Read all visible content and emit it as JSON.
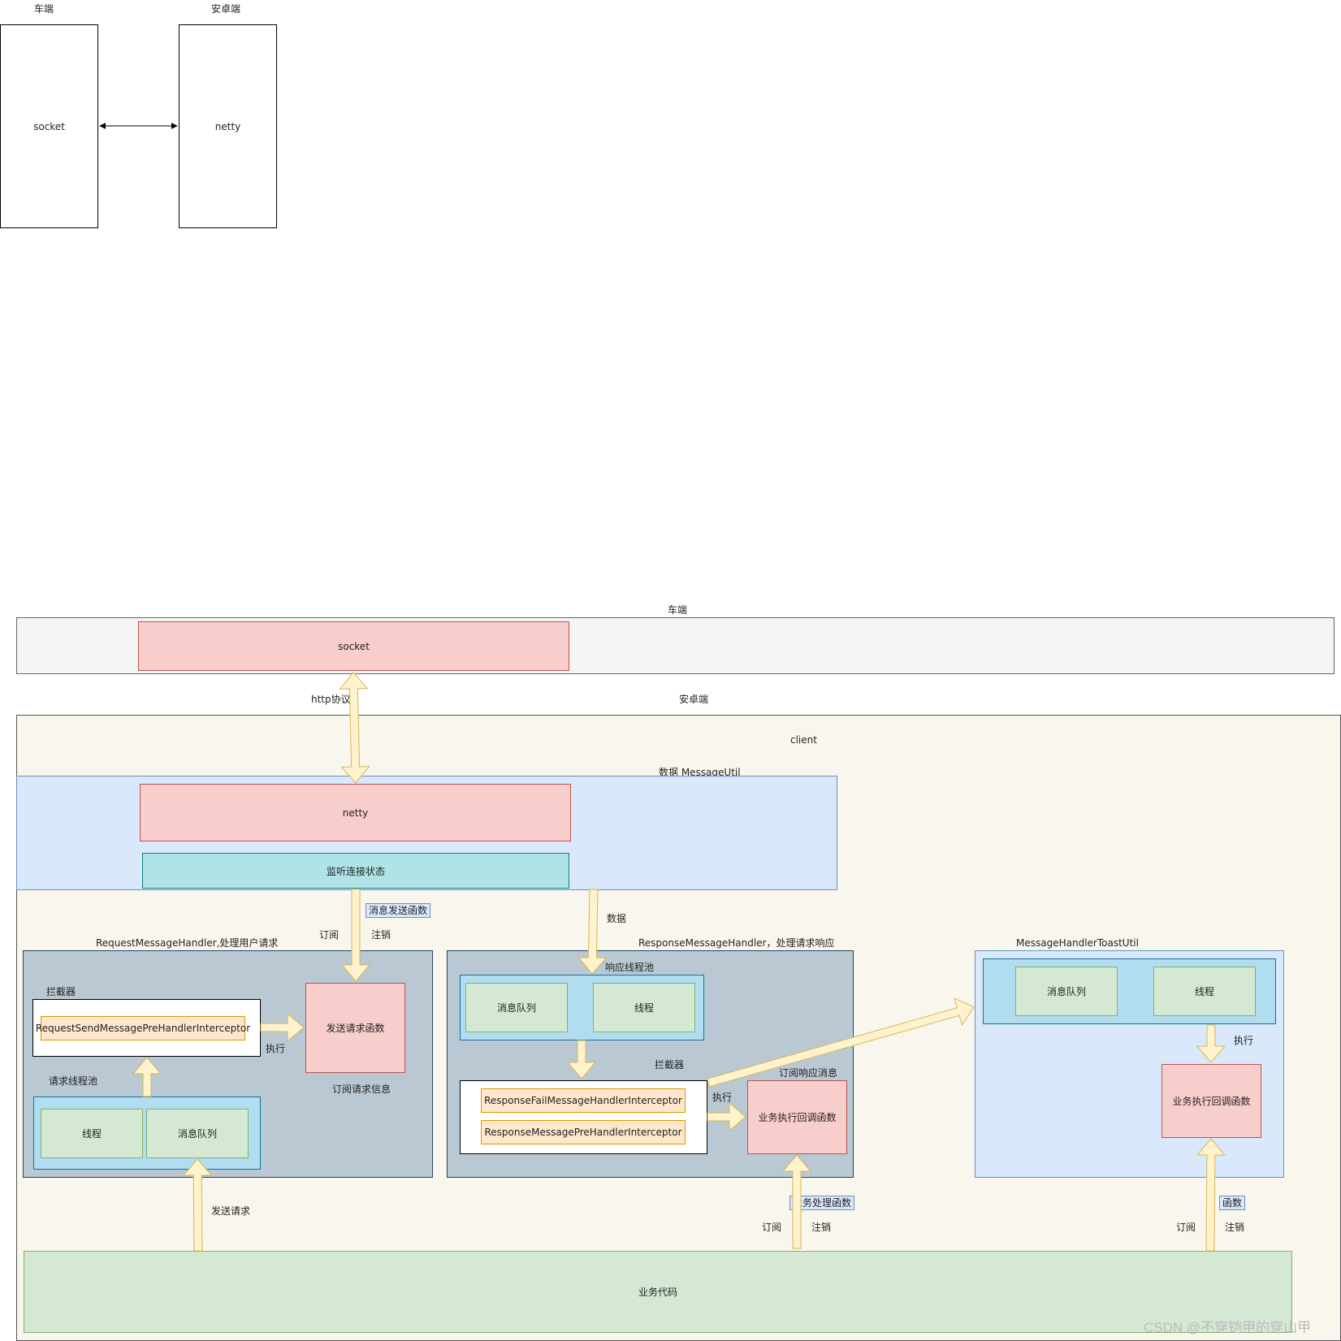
{
  "top": {
    "car_label": "车端",
    "android_label": "安卓端",
    "socket": "socket",
    "netty": "netty"
  },
  "car": {
    "label": "车端",
    "socket": "socket"
  },
  "link": {
    "protocol": "http协议"
  },
  "android": {
    "label": "安卓端",
    "client": "client"
  },
  "message_util": {
    "label": "数据  MessageUtil",
    "netty": "netty",
    "listen": "监听连接状态"
  },
  "edges": {
    "send_fn": "消息发送函数",
    "subscribe": "订阅",
    "unsubscribe": "注销",
    "data": "数据",
    "execute": "执行",
    "send_request": "发送请求",
    "subscribe_response": "订阅响应消息",
    "biz_handler": "业务处理函数",
    "function": "函数"
  },
  "request_handler": {
    "title": "RequestMessageHandler,处理用户请求",
    "interceptor_label": "拦截器",
    "interceptor": "RequestSendMessagePreHandlerInterceptor",
    "send_fn": "发送请求函数",
    "subscribe_info": "订阅请求信息",
    "pool_label": "请求线程池",
    "thread": "线程",
    "queue": "消息队列"
  },
  "response_handler": {
    "title": "ResponseMessageHandler，处理请求响应",
    "pool_label": "响应线程池",
    "queue": "消息队列",
    "thread": "线程",
    "interceptor_label": "拦截器",
    "interceptor_fail": "ResponseFailMessageHandlerInterceptor",
    "interceptor_pre": "ResponseMessagePreHandlerInterceptor",
    "callback": "业务执行回调函数"
  },
  "toast_util": {
    "title": "MessageHandlerToastUtil",
    "queue": "消息队列",
    "thread": "线程",
    "callback": "业务执行回调函数"
  },
  "business": {
    "label": "业务代码"
  },
  "watermark": "CSDN @不穿铠甲的穿山甲",
  "colors": {
    "pink": "#f8cecc",
    "green": "#d5e8d4",
    "cyan": "#b1ddf0",
    "teal": "#b0e3e6",
    "lightblue": "#dae8fc",
    "slate": "#bac8d3",
    "orange": "#ffe6cc",
    "arrow_fill": "#fff2cc",
    "arrow_stroke": "#d6b656"
  }
}
